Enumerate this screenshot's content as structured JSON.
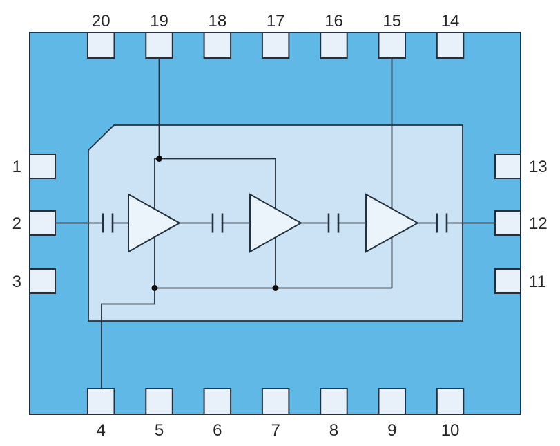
{
  "diagram": {
    "kind": "ic-package-pinout-schematic",
    "pin_count": 20
  },
  "pins": {
    "top": [
      "20",
      "19",
      "18",
      "17",
      "16",
      "15",
      "14"
    ],
    "bottom": [
      "4",
      "5",
      "6",
      "7",
      "8",
      "9",
      "10"
    ],
    "left": [
      "1",
      "2",
      "3"
    ],
    "right": [
      "13",
      "12",
      "11"
    ]
  },
  "components": {
    "amplifier_stages": 3,
    "coupling_capacitors": 4,
    "junction_dots": 3
  },
  "connections": {
    "signal_input_pin": "2",
    "signal_output_pin": "12",
    "bias_top_pin": "19",
    "bias_right_pin": "15",
    "ground_return_pin": "4"
  },
  "colors": {
    "background": "#ffffff",
    "package": "#60B8E6",
    "die": "#CCE3F5",
    "pad": "#E8F1FA",
    "amplifier": "#EBF4FB",
    "line": "#22313D",
    "dot": "#0B0B0B",
    "label": "#252525"
  }
}
